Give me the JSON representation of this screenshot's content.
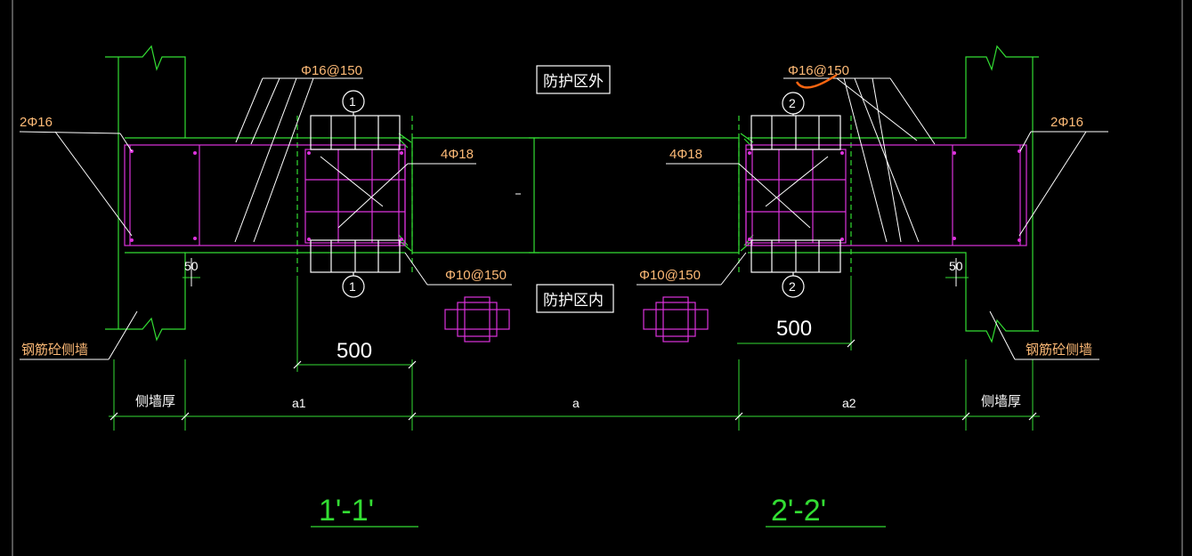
{
  "colors": {
    "background": "#000000",
    "wall_line": "#33dd33",
    "rebar_frame": "#dd33dd",
    "leader": "#ffffff",
    "label_orange": "#ffbb77",
    "label_white": "#ffffff",
    "markup_red": "#ff6611",
    "border": "#aaaaaa"
  },
  "labels": {
    "outside_zone": "防护区外",
    "inside_zone": "防护区内",
    "rebar_top_left": "Φ16@150",
    "rebar_top_right": "Φ16@150",
    "rebar_side_left": "2Φ16",
    "rebar_side_right": "2Φ16",
    "main_bars_left": "4Φ18",
    "main_bars_right": "4Φ18",
    "stirrup_left": "Φ10@150",
    "stirrup_right": "Φ10@150",
    "wall_left": "钢筋砼侧墙",
    "wall_right": "钢筋砼侧墙",
    "cover_left": "50",
    "cover_right": "50",
    "width_left": "500",
    "width_right": "500",
    "section_marker_1_top": "1",
    "section_marker_1_bottom": "1",
    "section_marker_2_top": "2",
    "section_marker_2_bottom": "2",
    "dim_wall_left": "侧墙厚",
    "dim_a1": "a1",
    "dim_a": "a",
    "dim_a2": "a2",
    "dim_wall_right": "侧墙厚",
    "section_title_1": "1'-1'",
    "section_title_2": "2'-2'"
  }
}
